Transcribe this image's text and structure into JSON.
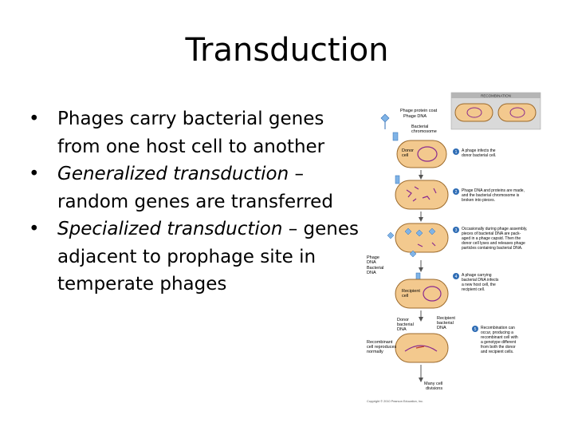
{
  "slide": {
    "title": "Transduction",
    "bullets": [
      {
        "text": "Phages carry bacterial genes from one host cell to another"
      },
      {
        "em": "Generalized transduction",
        "rest": " – random genes are transferred"
      },
      {
        "em": "Specialized transduction",
        "rest": " – genes adjacent to prophage site in temperate phages"
      }
    ]
  },
  "figure": {
    "header": "RECOMBINATION",
    "labels": {
      "protein_coat": "Phage protein coat",
      "phage_dna": "Phage DNA",
      "bact_chrom_1": "Bacterial",
      "bact_chrom_2": "chromosome",
      "donor_1": "Donor",
      "donor_2": "cell",
      "side_phage": "Phage",
      "side_dna": "DNA",
      "side_bact_1": "Bacterial",
      "side_bact_2": "DNA",
      "recipient_1": "Recipient",
      "recipient_2": "cell",
      "donor_bact_1": "Donor",
      "donor_bact_2": "bacterial",
      "donor_bact_3": "DNA",
      "recipient_dna_1": "Recipient",
      "recipient_dna_2": "bacterial",
      "recipient_dna_3": "DNA",
      "recomb_1": "Recombinant",
      "recomb_2": "cell reproduces",
      "recomb_3": "normally",
      "many_1": "Many cell",
      "many_2": "divisions",
      "copyright": "Copyright © 2010 Pearson Education, Inc."
    },
    "steps": [
      {
        "num": "1",
        "lines": [
          "A phage infects the",
          "donor bacterial cell."
        ]
      },
      {
        "num": "2",
        "lines": [
          "Phage DNA and proteins are made,",
          "and the bacterial chromosome is",
          "broken into pieces."
        ]
      },
      {
        "num": "3",
        "lines": [
          "Occasionally during phage assembly,",
          "pieces of bacterial DNA are pack-",
          "aged in a phage capsid. Then the",
          "donor cell lyses and releases phage",
          "particles containing bacterial DNA."
        ]
      },
      {
        "num": "4",
        "lines": [
          "A phage carrying",
          "bacterial DNA infects",
          "a new host cell, the",
          "recipient cell."
        ]
      },
      {
        "num": "5",
        "lines": [
          "Recombination can",
          "occur, producing a",
          "recombinant cell with",
          "a genotype different",
          "from both the donor",
          "and recipient cells."
        ]
      }
    ],
    "colors": {
      "cell_fill": "#f3c98e",
      "cell_stroke": "#9c6a2c",
      "step_badge": "#2f6db5",
      "phage_head": "#7fb3e6",
      "bact_dna": "#8a2a8f",
      "arrow": "#555555"
    }
  }
}
